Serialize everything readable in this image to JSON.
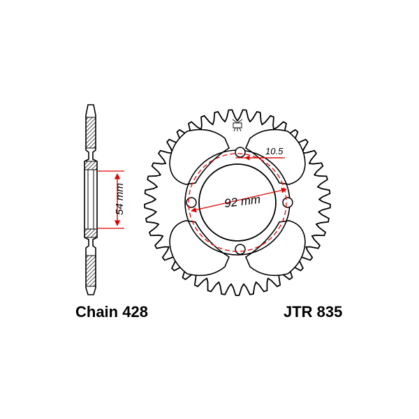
{
  "chain": "Chain 428",
  "part_number": "JTR 835",
  "dimensions": {
    "hub_offset": "54 mm",
    "bolt_circle": "92 mm",
    "bolt_hole": "10.5"
  },
  "sprocket": {
    "teeth": 41,
    "bolt_holes": 4
  },
  "colors": {
    "line": "#000000",
    "dimension": "#e00000",
    "hatch": "#000000"
  },
  "icons": {
    "brand_logo": "jt-sprockets-logo"
  }
}
